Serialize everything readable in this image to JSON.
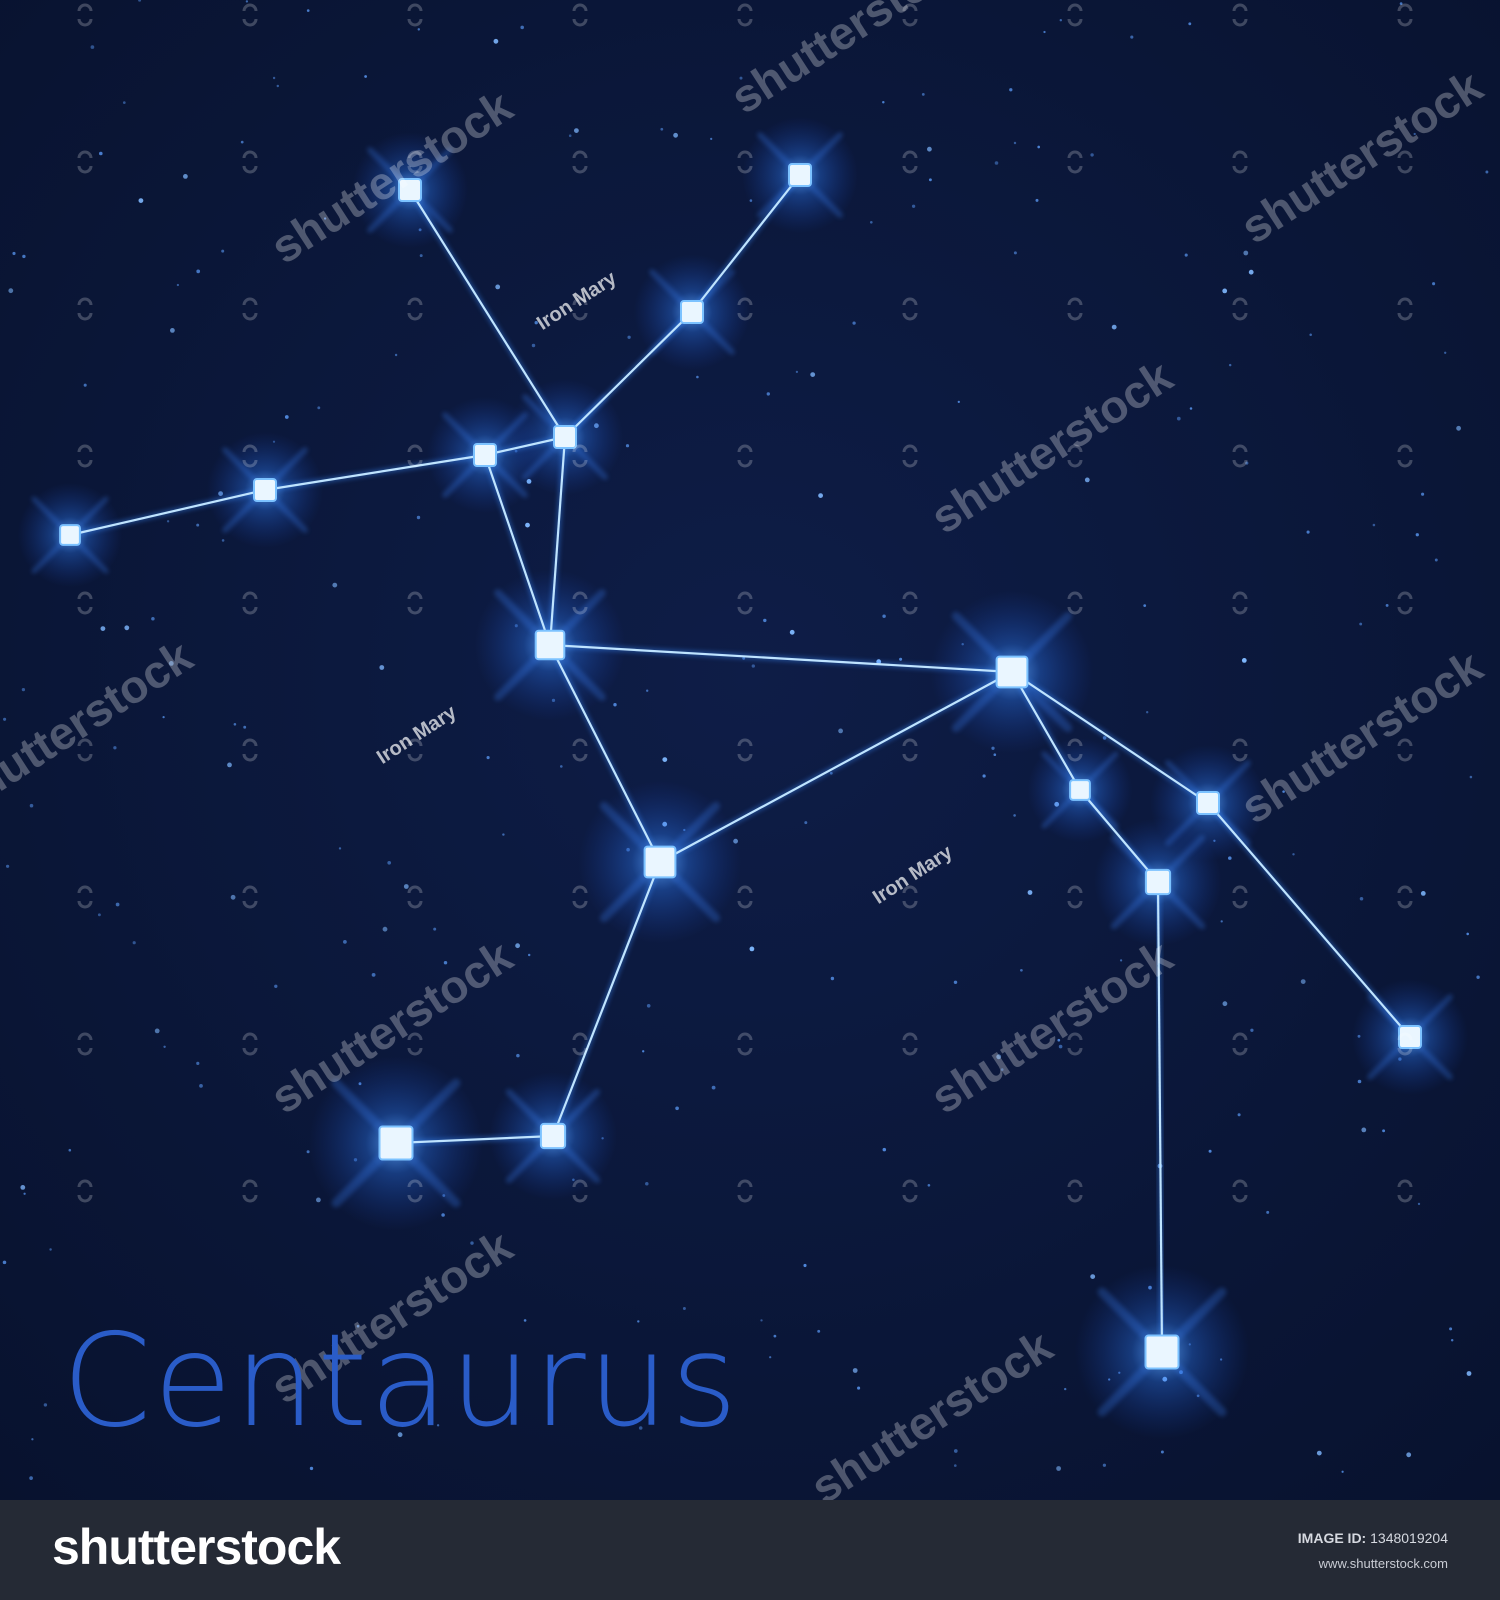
{
  "title": "Centaurus",
  "watermark": {
    "brand": "shutterstock",
    "artist": "Iron Mary"
  },
  "footer": {
    "brand": "shutterstock",
    "image_id_label": "IMAGE ID:",
    "image_id": "1348019204",
    "site": "www.shutterstock.com"
  },
  "colors": {
    "background": "#0a1638",
    "star": "#ffffff",
    "star_glow": "#3a8cff",
    "line": "#bfe4ff",
    "title": "#2a5cc8",
    "footer_bg": "#252a35"
  }
}
